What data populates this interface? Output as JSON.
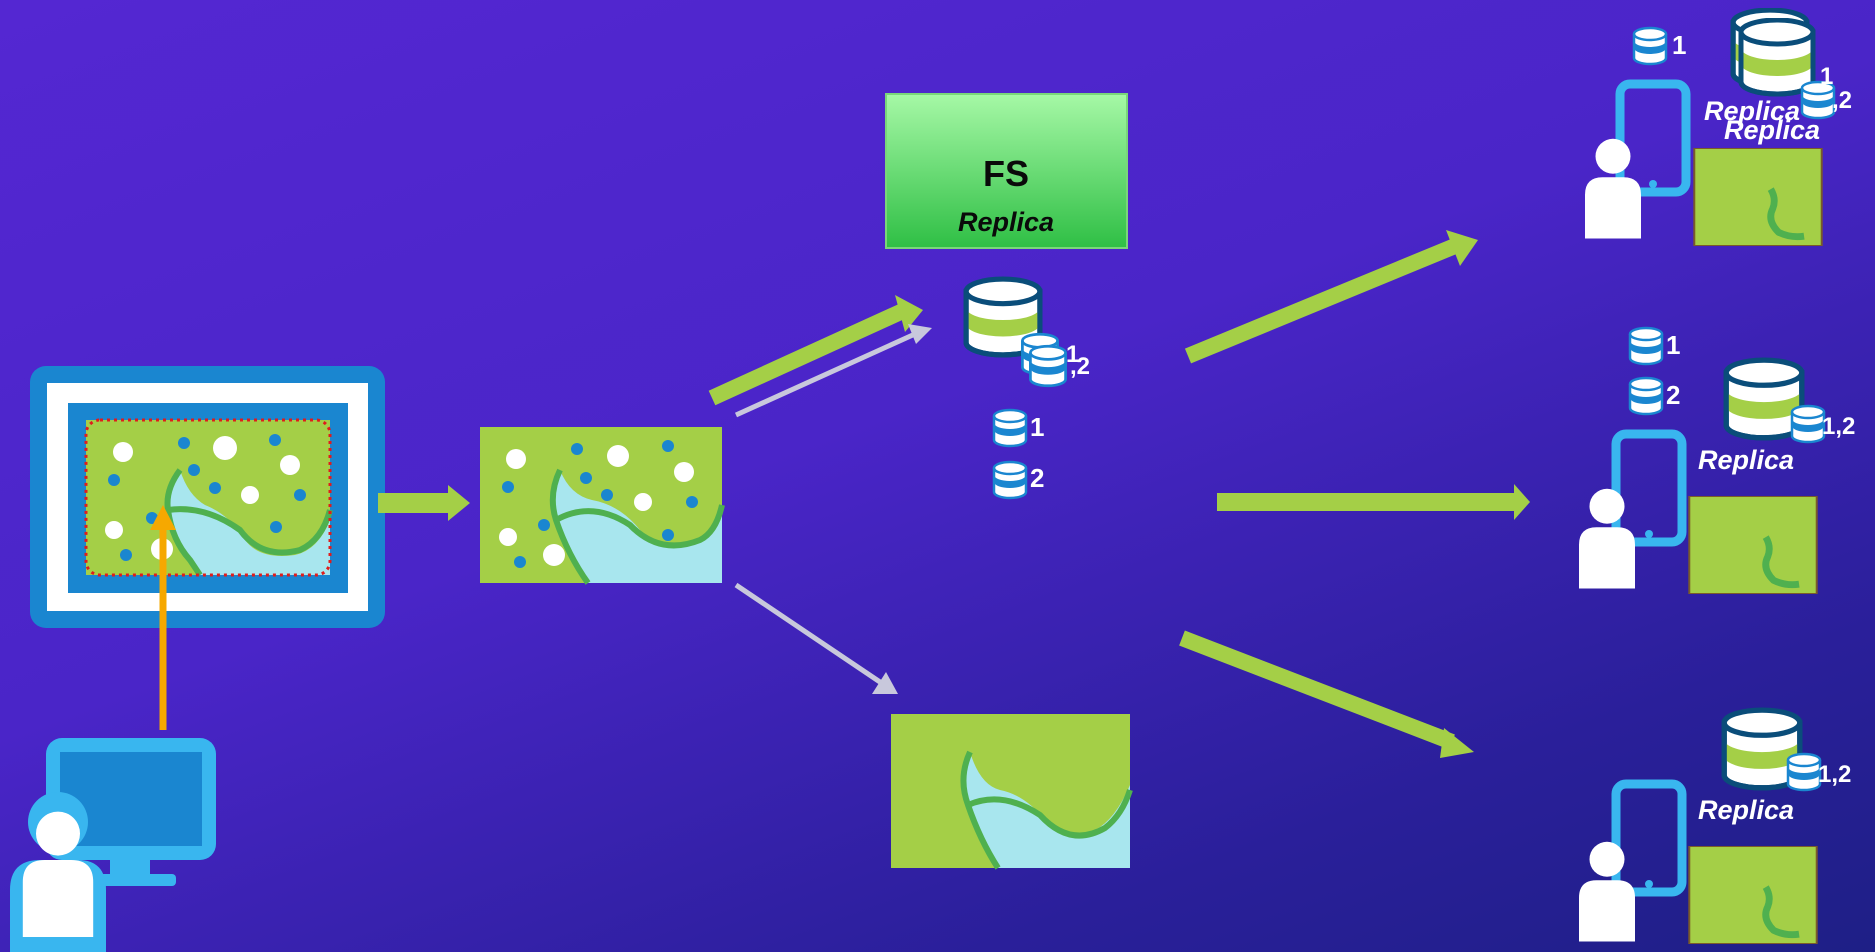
{
  "fs_box": {
    "title": "FS",
    "subtitle": "Replica"
  },
  "center_db": {
    "label_a": "1",
    "label_b": ",2"
  },
  "center_layers": {
    "one": "1",
    "two": "2"
  },
  "devices": [
    {
      "layer_label": "1",
      "db_label": "1",
      "db_label_b": ",2",
      "replica": "Replica",
      "replica_b": "Replica"
    },
    {
      "layer_one": "1",
      "layer_two": "2",
      "db_label": "1,2",
      "replica": "Replica"
    },
    {
      "db_label": "1,2",
      "replica": "Replica"
    }
  ],
  "colors": {
    "arrow_green": "#a4cf47",
    "arrow_gray": "#c8c8dc",
    "arrow_orange": "#f6a800",
    "map_green": "#a4cf47",
    "water": "#a8e6ee",
    "accent_blue": "#1a86d0",
    "light_blue": "#39b6ef"
  },
  "icons": [
    "desktop-user-icon",
    "mobile-user-icon",
    "database-icon",
    "map-icon",
    "monitor-icon"
  ]
}
